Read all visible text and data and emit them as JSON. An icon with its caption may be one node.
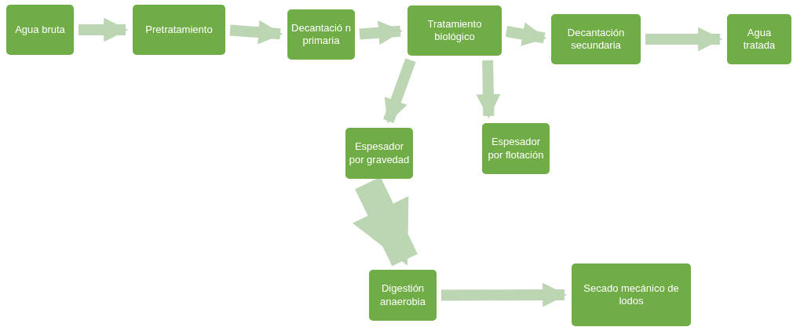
{
  "diagram": {
    "nodes": [
      {
        "text": [
          "Agua bruta"
        ]
      },
      {
        "text": [
          "Pretratamiento"
        ]
      },
      {
        "text": [
          "Decantació n primaria"
        ]
      },
      {
        "text": [
          "Tratamiento biológico"
        ]
      },
      {
        "text": [
          "Decantación secundaria"
        ]
      },
      {
        "text": [
          "Agua tratada"
        ]
      },
      {
        "text": [
          "Espesador por gravedad"
        ]
      },
      {
        "text": [
          "Espesador por flotación"
        ]
      },
      {
        "text": [
          "Digestión anaerobia"
        ]
      },
      {
        "text": [
          "Secado mecánico de lodos"
        ]
      }
    ],
    "edges": [
      {
        "from": 0,
        "to": 1,
        "arrow": "to"
      },
      {
        "from": 1,
        "to": 2,
        "arrow": "to"
      },
      {
        "from": 2,
        "to": 3,
        "arrow": "to"
      },
      {
        "from": 3,
        "to": 4,
        "arrow": "to"
      },
      {
        "from": 4,
        "to": 5,
        "arrow": "to"
      },
      {
        "from": 3,
        "to": 6,
        "arrow": "to"
      },
      {
        "from": 3,
        "to": 7,
        "arrow": "to"
      },
      {
        "from": 6,
        "to": 8,
        "arrow": "to",
        "style": "thick"
      },
      {
        "from": 8,
        "to": 9,
        "arrow": "to"
      }
    ]
  }
}
